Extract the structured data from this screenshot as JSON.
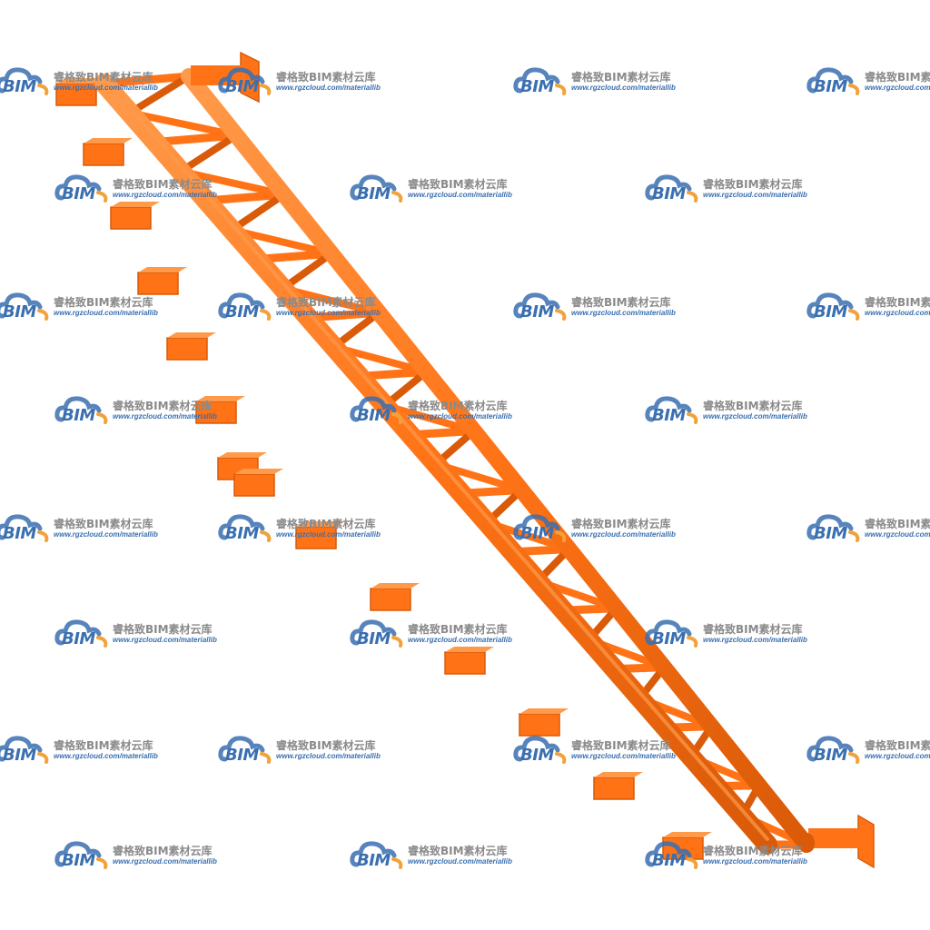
{
  "watermark": {
    "brand": "BIM",
    "name": "睿格致BIM素材云库",
    "url": "www.rgzcloud.com/materiallib"
  },
  "colors": {
    "steel": "#ff7316",
    "steel_dark": "#d95a08",
    "steel_light": "#ff9a4a",
    "logo_blue": "#3a6fb0",
    "logo_orange": "#f2a23a"
  },
  "object": "orange steel lattice truss with bracket plates"
}
